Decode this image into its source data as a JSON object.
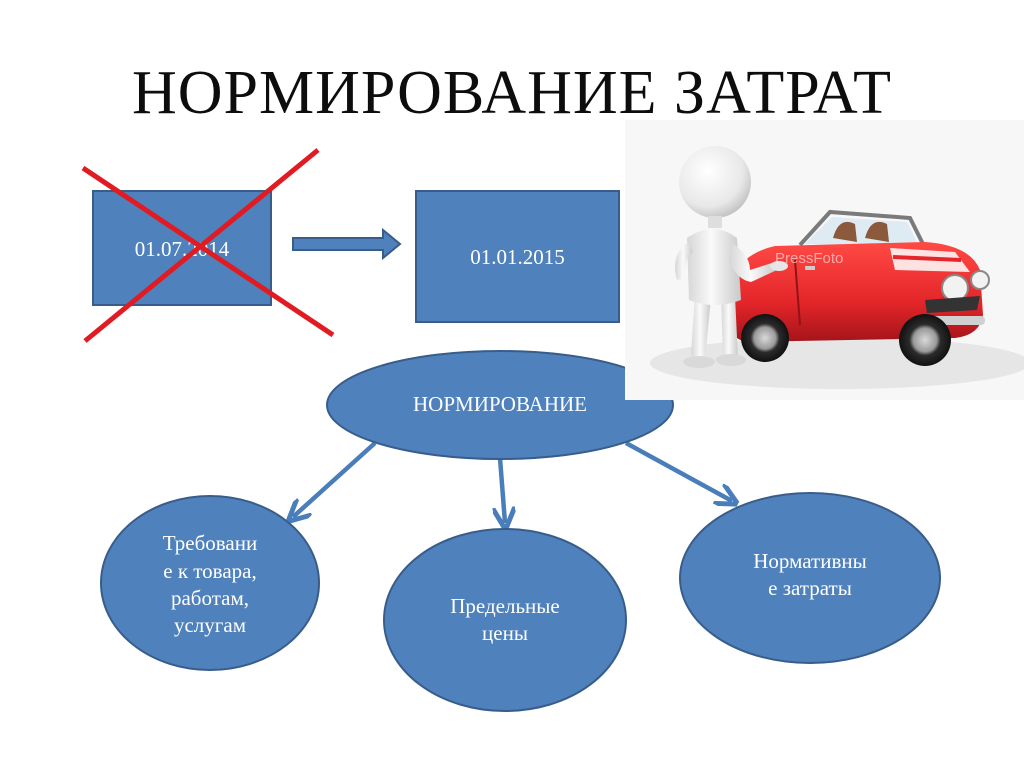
{
  "slide": {
    "title": "НОРМИРОВАНИЕ ЗАТРАТ"
  },
  "dates": {
    "old_date": "01.07.2014",
    "new_date": "01.01.2015",
    "old_crossed_out": true
  },
  "diagram": {
    "root": "НОРМИРОВАНИЕ",
    "children": [
      "Требовани\nе к товара,\nработам,\nуслугам",
      "Предельные\nцены",
      "Нормативны\nе затраты"
    ]
  },
  "illustration": {
    "watermark": "PressFoto"
  },
  "colors": {
    "shape_fill": "#4f81bd",
    "shape_border": "#385d8a",
    "connector": "#4a7ebb",
    "cross": "#e11b22",
    "car_red": "#e4262a"
  }
}
